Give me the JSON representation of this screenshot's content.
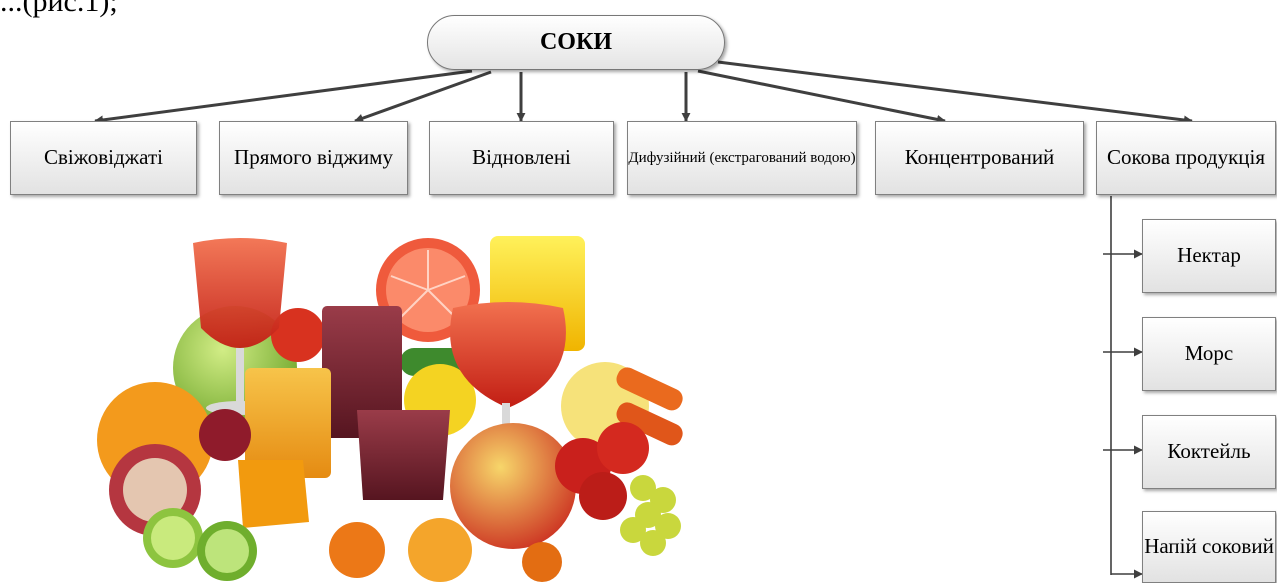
{
  "intro_fragment": "...(рис.1);",
  "root": {
    "label": "СОКИ"
  },
  "categories": [
    {
      "id": "fresh",
      "label": "Свіжовіджаті"
    },
    {
      "id": "direct",
      "label": "Прямого віджиму"
    },
    {
      "id": "reconstituted",
      "label": "Відновлені"
    },
    {
      "id": "diffusion",
      "label": "Дифузійний (екстрагований водою)"
    },
    {
      "id": "concentrated",
      "label": "Концентрований"
    },
    {
      "id": "juice-products",
      "label": "Сокова продукція"
    }
  ],
  "juice_products": [
    {
      "id": "nectar",
      "label": "Нектар"
    },
    {
      "id": "mors",
      "label": "Морс"
    },
    {
      "id": "cocktail",
      "label": "Коктейль"
    },
    {
      "id": "juice-drink",
      "label": "Напій соковий"
    }
  ],
  "colors": {
    "connector": "#3f3f3f",
    "box_border": "#808080",
    "box_fill_top": "#ffffff",
    "box_fill_bottom": "#e2e2e2"
  },
  "image": {
    "subject": "fruit-juices-and-fruits-photo"
  }
}
